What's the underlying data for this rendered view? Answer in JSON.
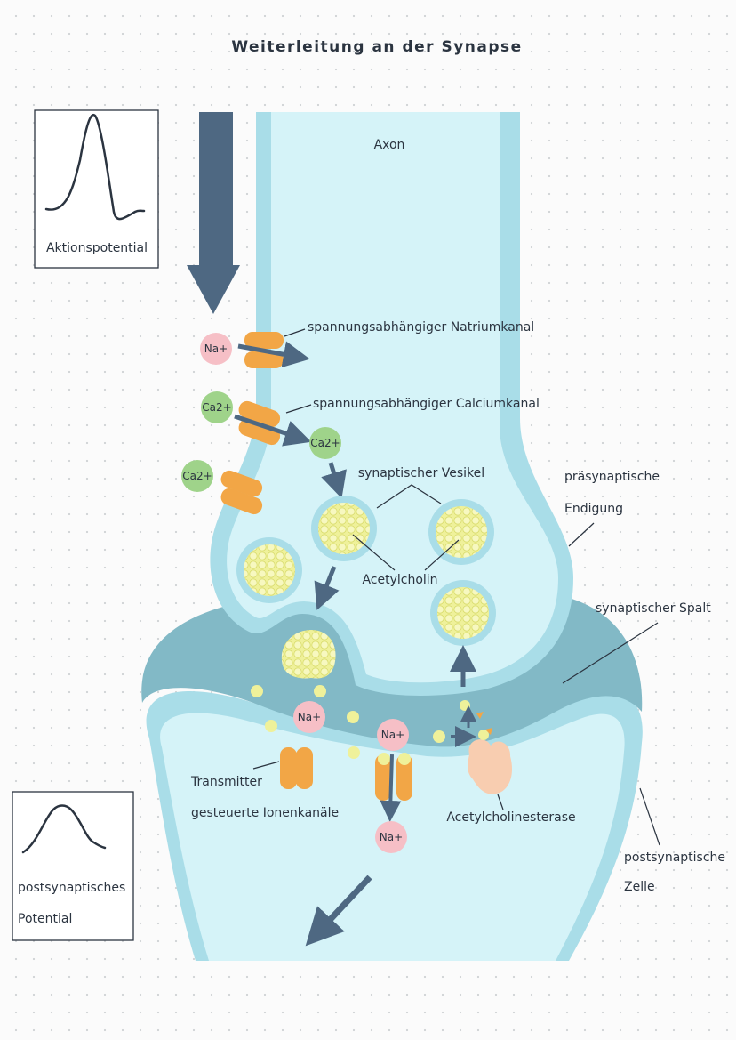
{
  "title": "Weiterleitung an der Synapse",
  "labels": {
    "axon": "Axon",
    "na_channel": "spannungsabhängiger Natriumkanal",
    "ca_channel": "spannungsabhängiger Calciumkanal",
    "vesicle": "synaptischer Vesikel",
    "presynaptic_1": "präsynaptische",
    "presynaptic_2": "Endigung",
    "acetylcholine": "Acetylcholin",
    "cleft": "synaptischer Spalt",
    "transmitter_1": "Transmitter",
    "transmitter_2": "gesteuerte Ionenkanäle",
    "esterase": "Acetylcholinesterase",
    "postsynaptic_1": "postsynaptische",
    "postsynaptic_2": "Zelle"
  },
  "ions": {
    "na": "Na+",
    "ca": "Ca2+"
  },
  "insets": {
    "action_potential": "Aktionspotential",
    "psp_1": "postsynaptisches",
    "psp_2": "Potential"
  },
  "colors": {
    "arrow": "#4e6882",
    "cytoplasm": "#d5f3f8",
    "membrane": "#a9dde8",
    "cleft": "#82b9c6",
    "channel": "#f2a646",
    "vesicle": "#f2f3a2",
    "na_ion": "#f6bfc6",
    "ca_ion": "#9fd38a",
    "esterase": "#f8cdb0"
  }
}
